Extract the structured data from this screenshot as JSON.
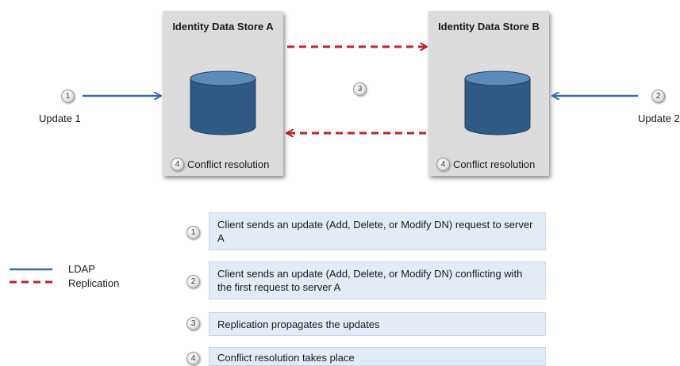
{
  "stores": {
    "a": {
      "title": "Identity Data Store A",
      "badge": "4",
      "conflict_label": "Conflict resolution"
    },
    "b": {
      "title": "Identity Data Store B",
      "badge": "4",
      "conflict_label": "Conflict resolution"
    }
  },
  "updates": {
    "one": {
      "badge": "1",
      "label": "Update 1"
    },
    "two": {
      "badge": "2",
      "label": "Update 2"
    }
  },
  "replication_badge": "3",
  "steps": [
    {
      "num": "1",
      "text": "Client sends an update (Add, Delete, or Modify DN) request to server A"
    },
    {
      "num": "2",
      "text": "Client sends an update (Add, Delete, or Modify DN) conflicting with the first request to server A"
    },
    {
      "num": "3",
      "text": "Replication propagates the updates"
    },
    {
      "num": "4",
      "text": "Conflict resolution takes place"
    }
  ],
  "legend": {
    "ldap": {
      "label": "LDAP",
      "color": "#3b6aa8"
    },
    "replication": {
      "label": "Replication",
      "color": "#c0202a"
    }
  },
  "colors": {
    "cylinder": "#2f5a85",
    "cylinder_top": "#5d8bb8",
    "step_fill": "#e2ebf6",
    "store_fill": "#dcdcdc"
  }
}
